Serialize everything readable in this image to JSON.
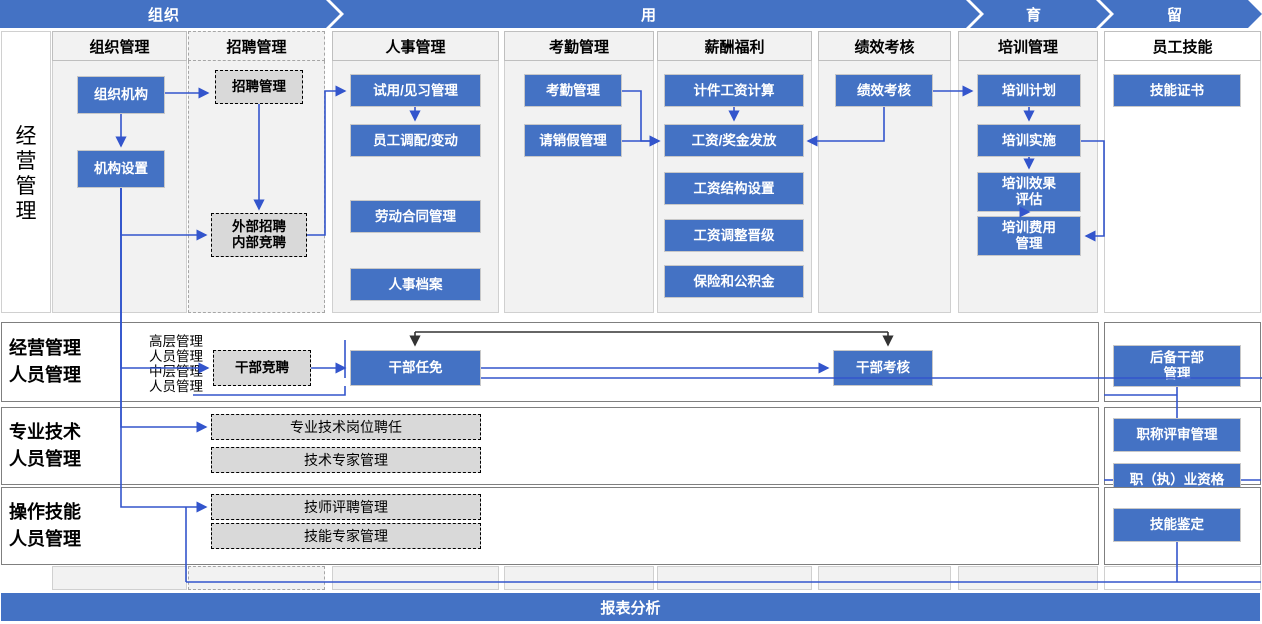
{
  "colors": {
    "accent": "#4472c4",
    "panel_gray": "#f2f2f2",
    "box_gray": "#d9d9d9",
    "wire_blue": "#3355cc",
    "wire_black": "#333333"
  },
  "banner": {
    "phases": [
      {
        "label": "组织"
      },
      {
        "label": "用"
      },
      {
        "label": "育"
      },
      {
        "label": "留"
      }
    ]
  },
  "columns": [
    {
      "id": "org",
      "header": "组织管理"
    },
    {
      "id": "recruit",
      "header": "招聘管理"
    },
    {
      "id": "hr",
      "header": "人事管理"
    },
    {
      "id": "attend",
      "header": "考勤管理"
    },
    {
      "id": "pay",
      "header": "薪酬福利"
    },
    {
      "id": "perf",
      "header": "绩效考核"
    },
    {
      "id": "train",
      "header": "培训管理"
    },
    {
      "id": "skill",
      "header": "员工技能"
    }
  ],
  "row_labels": {
    "main": {
      "chars": [
        "经",
        "营",
        "管",
        "理"
      ]
    },
    "exec": {
      "line1": "经营管理",
      "line2": "人员管理"
    },
    "tech": {
      "line1": "专业技术",
      "line2": "人员管理"
    },
    "oper": {
      "line1": "操作技能",
      "line2": "人员管理"
    }
  },
  "sublabels": {
    "exec_levels": [
      "高层管理",
      "人员管理",
      "中层管理",
      "人员管理"
    ]
  },
  "boxes": {
    "org": [
      {
        "label": "组织机构",
        "style": "blue"
      },
      {
        "label": "机构设置",
        "style": "blue"
      }
    ],
    "recruit": [
      {
        "label": "招聘管理",
        "style": "gray"
      },
      {
        "label": "外部招聘\n内部竞聘",
        "style": "gray"
      }
    ],
    "hr": [
      {
        "label": "试用/见习管理",
        "style": "blue"
      },
      {
        "label": "员工调配/变动",
        "style": "blue"
      },
      {
        "label": "劳动合同管理",
        "style": "blue"
      },
      {
        "label": "人事档案",
        "style": "blue"
      }
    ],
    "attend": [
      {
        "label": "考勤管理",
        "style": "blue"
      },
      {
        "label": "请销假管理",
        "style": "blue"
      }
    ],
    "pay": [
      {
        "label": "计件工资计算",
        "style": "blue"
      },
      {
        "label": "工资/奖金发放",
        "style": "blue"
      },
      {
        "label": "工资结构设置",
        "style": "blue"
      },
      {
        "label": "工资调整晋级",
        "style": "blue"
      },
      {
        "label": "保险和公积金",
        "style": "blue"
      }
    ],
    "perf": [
      {
        "label": "绩效考核",
        "style": "blue"
      }
    ],
    "train": [
      {
        "label": "培训计划",
        "style": "blue"
      },
      {
        "label": "培训实施",
        "style": "blue"
      },
      {
        "label": "培训效果\n评估",
        "style": "blue"
      },
      {
        "label": "培训费用\n管理",
        "style": "blue"
      }
    ],
    "skill": [
      {
        "label": "技能证书",
        "style": "blue"
      }
    ],
    "exec_row": [
      {
        "label": "干部竞聘",
        "style": "gray"
      },
      {
        "label": "干部任免",
        "style": "blue"
      },
      {
        "label": "干部考核",
        "style": "blue"
      },
      {
        "label": "后备干部\n管理",
        "style": "blue"
      }
    ],
    "tech_row": [
      {
        "label": "专业技术岗位聘任",
        "style": "grayline"
      },
      {
        "label": "技术专家管理",
        "style": "grayline"
      },
      {
        "label": "职称评审管理",
        "style": "blue"
      },
      {
        "label": "职（执）业资格",
        "style": "blue"
      }
    ],
    "oper_row": [
      {
        "label": "技师评聘管理",
        "style": "grayline"
      },
      {
        "label": "技能专家管理",
        "style": "grayline"
      },
      {
        "label": "技能鉴定",
        "style": "blue"
      }
    ]
  },
  "footer": {
    "label": "报表分析"
  }
}
